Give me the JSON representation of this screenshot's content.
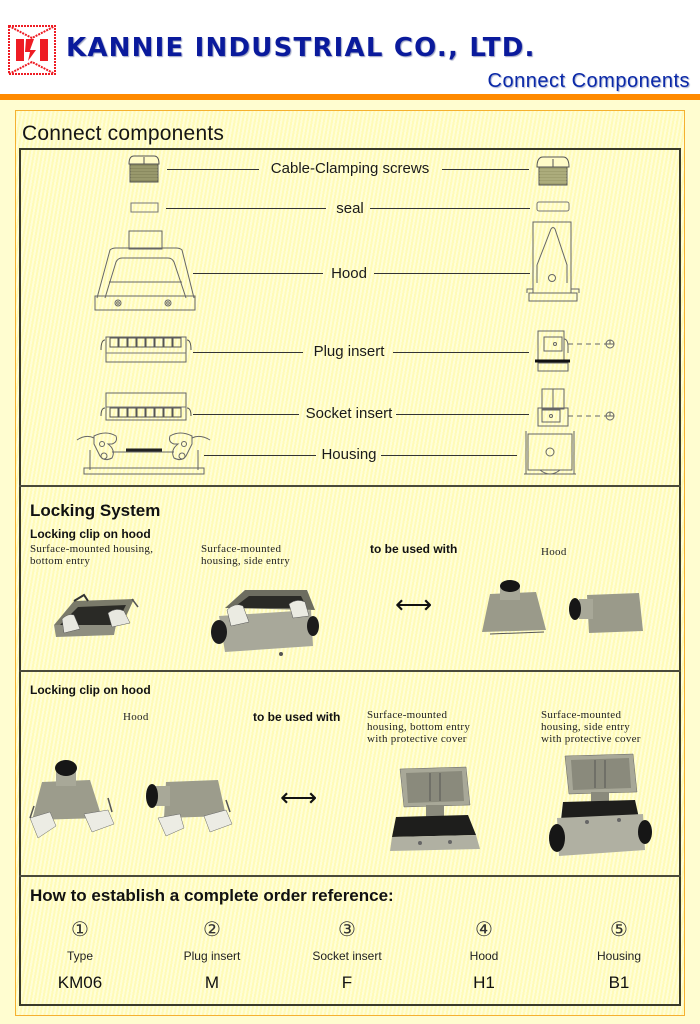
{
  "header": {
    "company": "KANNIE INDUSTRIAL CO., LTD.",
    "subtitle": "Connect Components",
    "logo_icon": "kannie-logo-icon",
    "colors": {
      "brand_blue": "#0a1a9c",
      "logo_red": "#ee1c24",
      "accent_orange": "#ff8a00"
    }
  },
  "components": {
    "title": "Connect  components",
    "parts": [
      {
        "label": "Cable-Clamping screws"
      },
      {
        "label": "seal"
      },
      {
        "label": "Hood"
      },
      {
        "label": "Plug insert"
      },
      {
        "label": "Socket insert"
      },
      {
        "label": "Housing"
      }
    ]
  },
  "locking": {
    "title": "Locking  System",
    "block1": {
      "subtitle": "Locking clip on hood",
      "item1_line1": "Surface-mounted housing,",
      "item1_line2": "bottom entry",
      "item2_line1": "Surface-mounted",
      "item2_line2": "housing, side entry",
      "used_with": "to be used with",
      "arrow": "⟷",
      "hood_label": "Hood"
    },
    "block2": {
      "subtitle": "Locking clip on hood",
      "hood_label": "Hood",
      "used_with": "to be used with",
      "arrow": "⟷",
      "item1_line1": "Surface-mounted",
      "item1_line2": "housing, bottom entry",
      "item1_line3": "with protective cover",
      "item2_line1": "Surface-mounted",
      "item2_line2": "housing, side entry",
      "item2_line3": "with protective cover"
    }
  },
  "order": {
    "title": "How to establish a complete order reference:",
    "columns": [
      {
        "num": "①",
        "label": "Type",
        "code": "KM06"
      },
      {
        "num": "②",
        "label": "Plug insert",
        "code": "M"
      },
      {
        "num": "③",
        "label": "Socket insert",
        "code": "F"
      },
      {
        "num": "④",
        "label": "Hood",
        "code": "H1"
      },
      {
        "num": "⑤",
        "label": "Housing",
        "code": "B1"
      }
    ]
  }
}
